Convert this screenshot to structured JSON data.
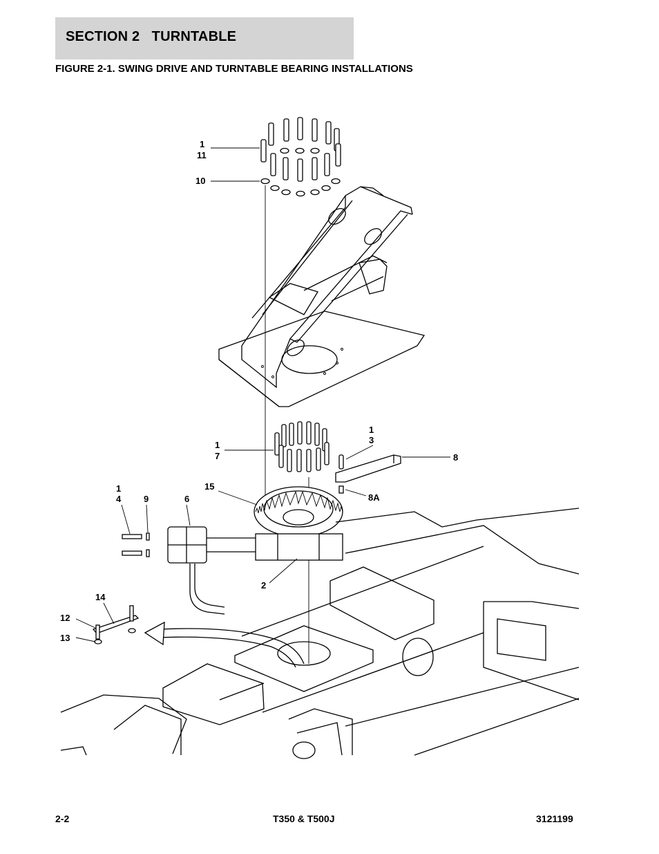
{
  "header": {
    "section_title": "SECTION 2   TURNTABLE",
    "figure_title": "FIGURE 2-1. SWING DRIVE AND TURNTABLE BEARING INSTALLATIONS"
  },
  "callouts": {
    "c1_11_a": "1",
    "c1_11_b": "11",
    "c10": "10",
    "c1_7_a": "1",
    "c1_7_b": "7",
    "c1_3_a": "1",
    "c1_3_b": "3",
    "c8": "8",
    "c8a": "8A",
    "c15": "15",
    "c1_4_a": "1",
    "c1_4_b": "4",
    "c9": "9",
    "c6": "6",
    "c2": "2",
    "c14": "14",
    "c12": "12",
    "c13": "13"
  },
  "footer": {
    "page_number": "2-2",
    "model": "T350 & T500J",
    "doc_number": "3121199"
  },
  "icons": {
    "diagram": "exploded-parts-diagram-icon",
    "bolt": "bolt-icon",
    "washer": "washer-icon"
  }
}
